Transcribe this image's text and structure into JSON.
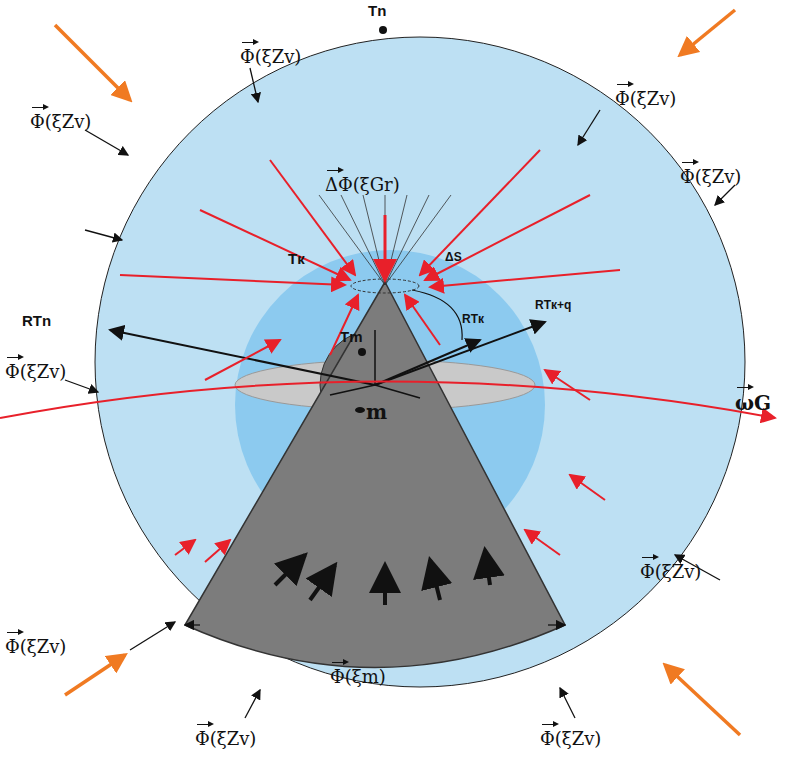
{
  "diagram": {
    "labels": [
      "Tn",
      "Φ(ξZv)",
      "Φ(ξZv)",
      "Φ(ξZv)",
      "ΔΦ(ξGr)",
      "Tк",
      "ΔS",
      "Φ(ξZv)",
      "RTn",
      "RTк",
      "RTк+q",
      "Tm",
      "Φ(ξZv)",
      "m",
      "ωG",
      "Φ(ξZv)",
      "Φ(ξZv)",
      "Φ(ξm)",
      "Φ(ξZv)",
      "Φ(ξZv)"
    ]
  }
}
